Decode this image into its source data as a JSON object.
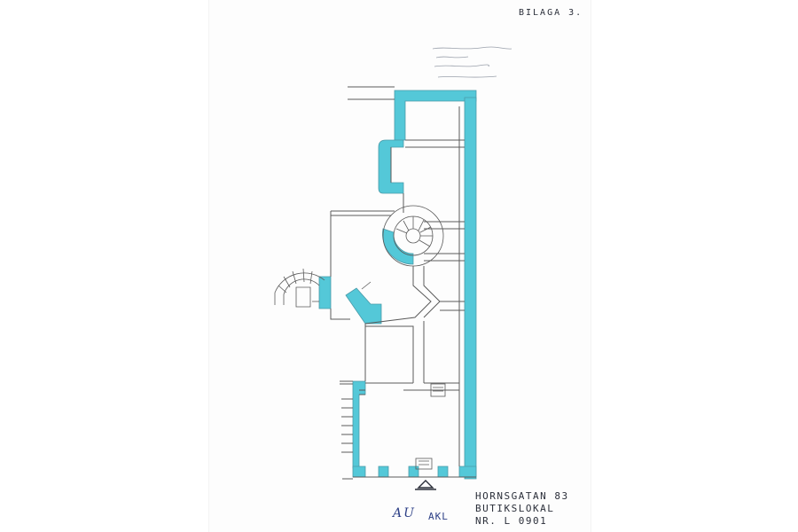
{
  "document": {
    "type": "architectural floor plan",
    "annotation_top_right": "BILAGA 3.",
    "address_block": [
      "HORNSGATAN 83",
      "BUTIKSLOKAL",
      "NR. L 0901"
    ],
    "signatures": [
      "AU",
      "AKL"
    ],
    "highlight_color": "#54c8d8",
    "line_color": "#5a5a5a"
  }
}
